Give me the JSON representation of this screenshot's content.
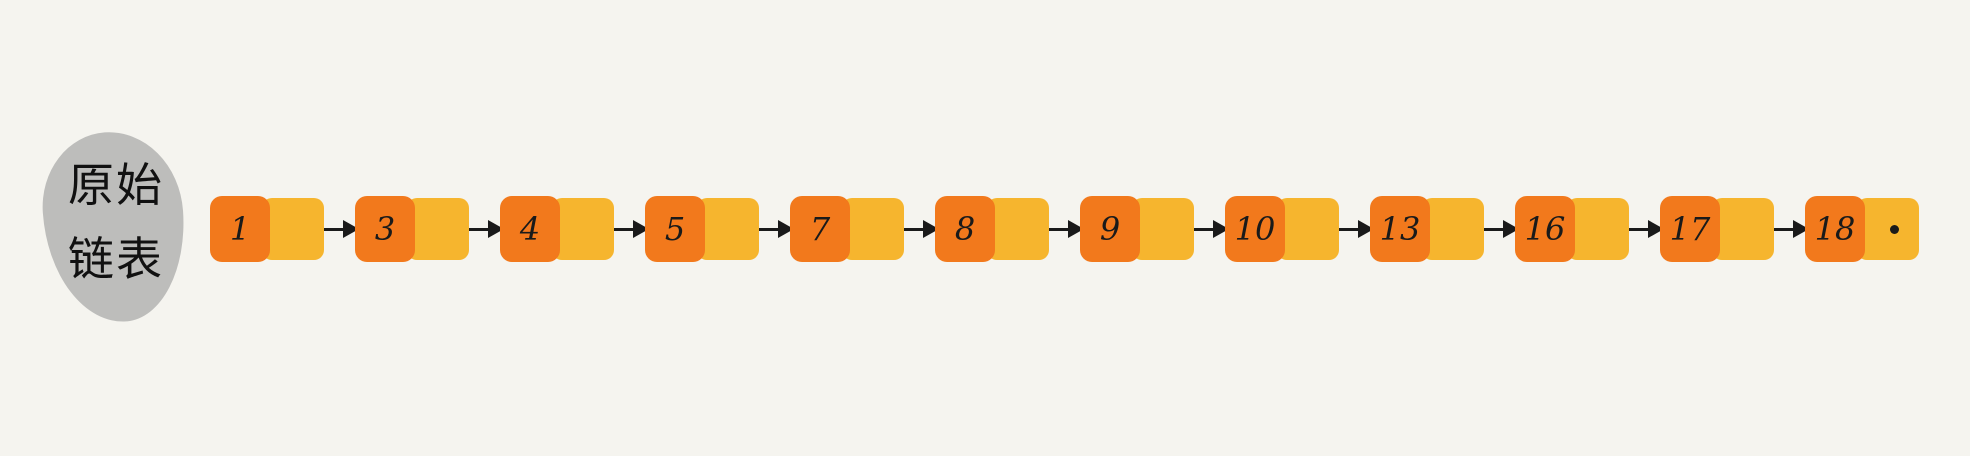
{
  "diagram": {
    "label": "原始链表",
    "label_lines": [
      "原始",
      "链表"
    ],
    "nodes": [
      "1",
      "3",
      "4",
      "5",
      "7",
      "8",
      "9",
      "10",
      "13",
      "16",
      "17",
      "18"
    ],
    "colors": {
      "background": "#f5f4ef",
      "label_blob": "#bdbdbb",
      "data_cell": "#f2791c",
      "next_cell": "#f6b52e",
      "ink": "#1a1a1a"
    }
  }
}
